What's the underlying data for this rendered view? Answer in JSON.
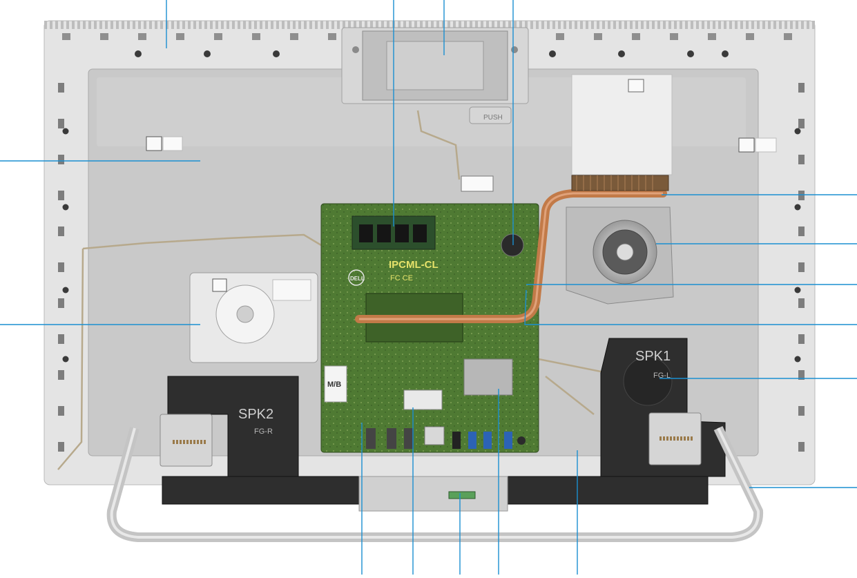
{
  "colors": {
    "chassis_outer": "#e4e4e4",
    "chassis_inner": "#c9c9c9",
    "board_green": "#4f7a33",
    "copper": "#c27a48",
    "speaker_black": "#2e2e2e",
    "callout_line": "#1a8fd1"
  },
  "motherboard": {
    "chipset_label": "IPCML-CL",
    "brand": "DELL",
    "cert_marks": "FC CE",
    "mb_marking": "M/B"
  },
  "speakers": {
    "right": {
      "name": "SPK1",
      "code": "FG-L"
    },
    "left": {
      "name": "SPK2",
      "code": "FG-R"
    }
  },
  "stand_bracket": {
    "label": "PUSH"
  },
  "icons": [
    "qr-label-icon",
    "screw-icon",
    "fan-icon"
  ]
}
